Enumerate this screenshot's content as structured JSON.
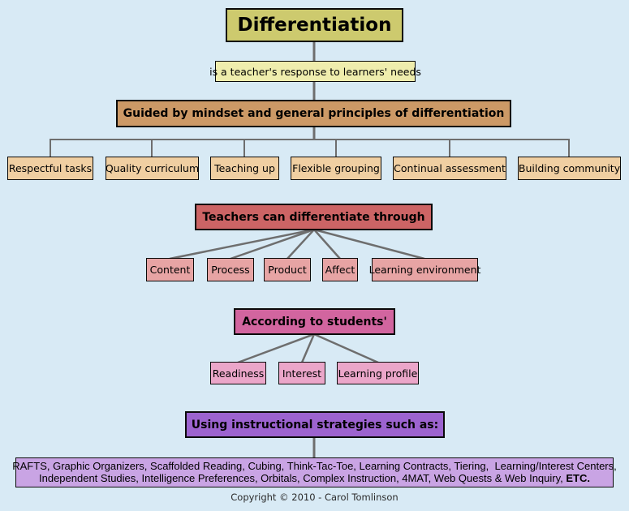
{
  "palette": {
    "background": "#d8eaf5",
    "title_bg": "#cdca6e",
    "definition_bg": "#efedad",
    "principles_header_bg": "#cc9966",
    "principles_item_bg": "#f0cfa2",
    "differentiate_header_bg": "#cc6465",
    "differentiate_item_bg": "#e7a4a4",
    "students_header_bg": "#d2659f",
    "students_item_bg": "#eba6c9",
    "strategies_header_bg": "#9c63cf",
    "strategies_list_bg": "#c9a4e4",
    "connector_color": "#6e6e6e"
  },
  "title": {
    "label": "Differentiation"
  },
  "definition": {
    "label": "is a teacher's response to learners' needs"
  },
  "principles": {
    "header": "Guided by mindset and general principles of differentiation",
    "items": [
      "Respectful tasks",
      "Quality curriculum",
      "Teaching up",
      "Flexible grouping",
      "Continual assessment",
      "Building community"
    ]
  },
  "differentiate": {
    "header": "Teachers can differentiate through",
    "items": [
      "Content",
      "Process",
      "Product",
      "Affect",
      "Learning environment"
    ]
  },
  "students": {
    "header": "According to students'",
    "items": [
      "Readiness",
      "Interest",
      "Learning profile"
    ]
  },
  "strategies": {
    "header": "Using instructional strategies such as:",
    "line1": "RAFTS, Graphic Organizers, Scaffolded Reading, Cubing, Think-Tac-Toe, Learning Contracts, Tiering,  Learning/Interest Centers,",
    "line2": "Independent Studies, Intelligence Preferences, Orbitals, Complex Instruction, 4MAT, Web Quests & Web Inquiry, ",
    "etc": "ETC."
  },
  "footer": {
    "copyright": "Copyright © 2010 - Carol Tomlinson"
  }
}
